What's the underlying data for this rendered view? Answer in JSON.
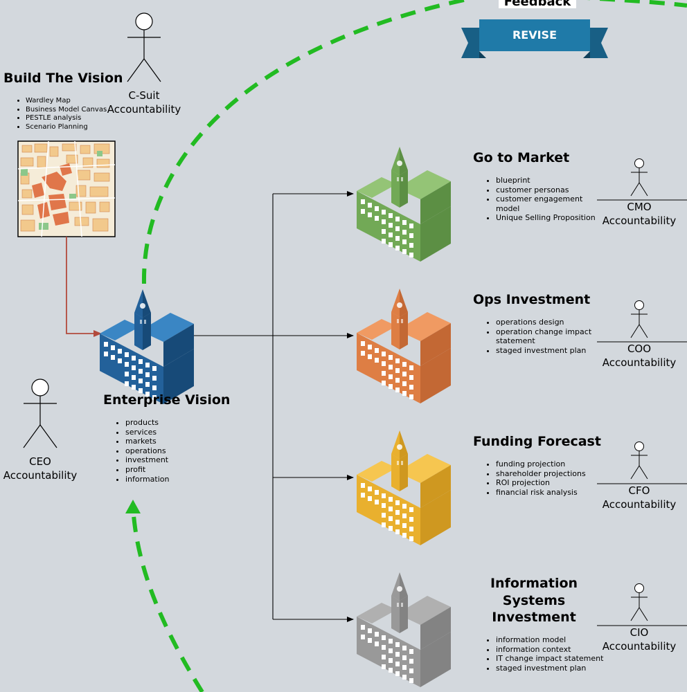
{
  "feedback_label": "Feedback",
  "revise_label": "REVISE",
  "colors": {
    "background": "#d3d8dd",
    "feedback_arrow": "#22bb22",
    "connector": "#000000",
    "map_link": "#b24a3c",
    "enterprise_building": "#2266a0",
    "market_building": "#7fb260",
    "ops_building": "#e08246",
    "funding_building": "#e8b030",
    "info_building": "#9a9a9a",
    "revise_banner": "#1f7aa8"
  },
  "build_vision": {
    "title": "Build The Vision",
    "items": [
      "Wardley Map",
      "Business Model Canvas",
      "PESTLE analysis",
      "Scenario Planning"
    ]
  },
  "csuite": {
    "line1": "C-Suit",
    "line2": "Accountability"
  },
  "ceo": {
    "line1": "CEO",
    "line2": "Accountability"
  },
  "enterprise": {
    "title": "Enterprise Vision",
    "items": [
      "products",
      "services",
      "markets",
      "operations",
      "investment",
      "profit",
      "information"
    ]
  },
  "market": {
    "title": "Go to Market",
    "items": [
      "blueprint",
      "customer personas",
      "customer engagement model",
      "Unique Selling Proposition"
    ],
    "role": "CMO",
    "role2": "Accountability"
  },
  "ops": {
    "title": "Ops Investment",
    "items": [
      "operations design",
      "operation change impact statement",
      "staged investment plan"
    ],
    "role": "COO",
    "role2": "Accountability"
  },
  "funding": {
    "title": "Funding Forecast",
    "items": [
      "funding projection",
      "shareholder projections",
      "ROI projection",
      "financial risk analysis"
    ],
    "role": "CFO",
    "role2": "Accountability"
  },
  "info": {
    "title_lines": [
      "Information",
      "Systems",
      "Investment"
    ],
    "items": [
      "information model",
      "information context",
      "IT change impact statement",
      "staged investment plan"
    ],
    "role": "CIO",
    "role2": "Accountability"
  }
}
